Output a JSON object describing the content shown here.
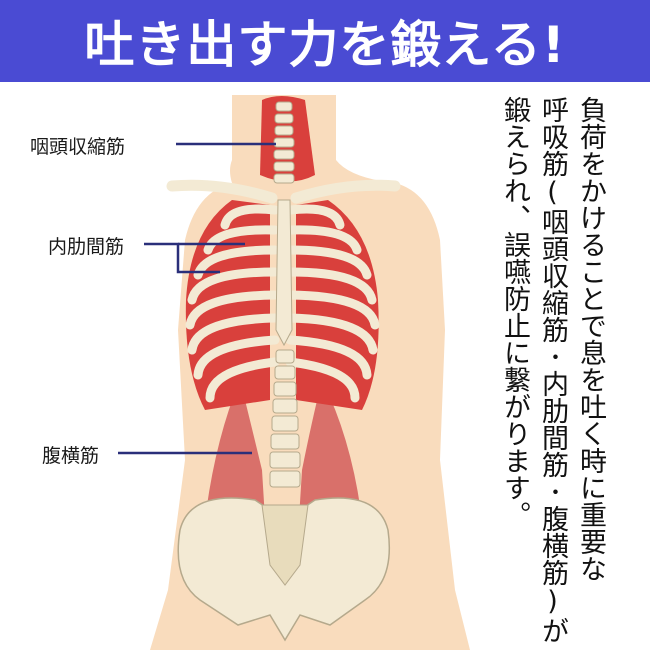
{
  "title": "吐き出す力を鍛える!",
  "labels": {
    "pharyngeal": "咽頭収縮筋",
    "intercostal": "内肋間筋",
    "abdominis": "腹横筋"
  },
  "description": {
    "col1": "負荷をかけることで息を吐く時に重要な",
    "col2": "呼吸筋(咽頭収縮筋･内肋間筋･腹横筋)が",
    "col3": "鍛えられ、誤嚥防止に繋がります。"
  },
  "colors": {
    "banner": "#4a4bd3",
    "skin": "#f9dcbd",
    "muscle": "#d9403c",
    "bone": "#f3ead4",
    "line": "#2a2f7a"
  }
}
